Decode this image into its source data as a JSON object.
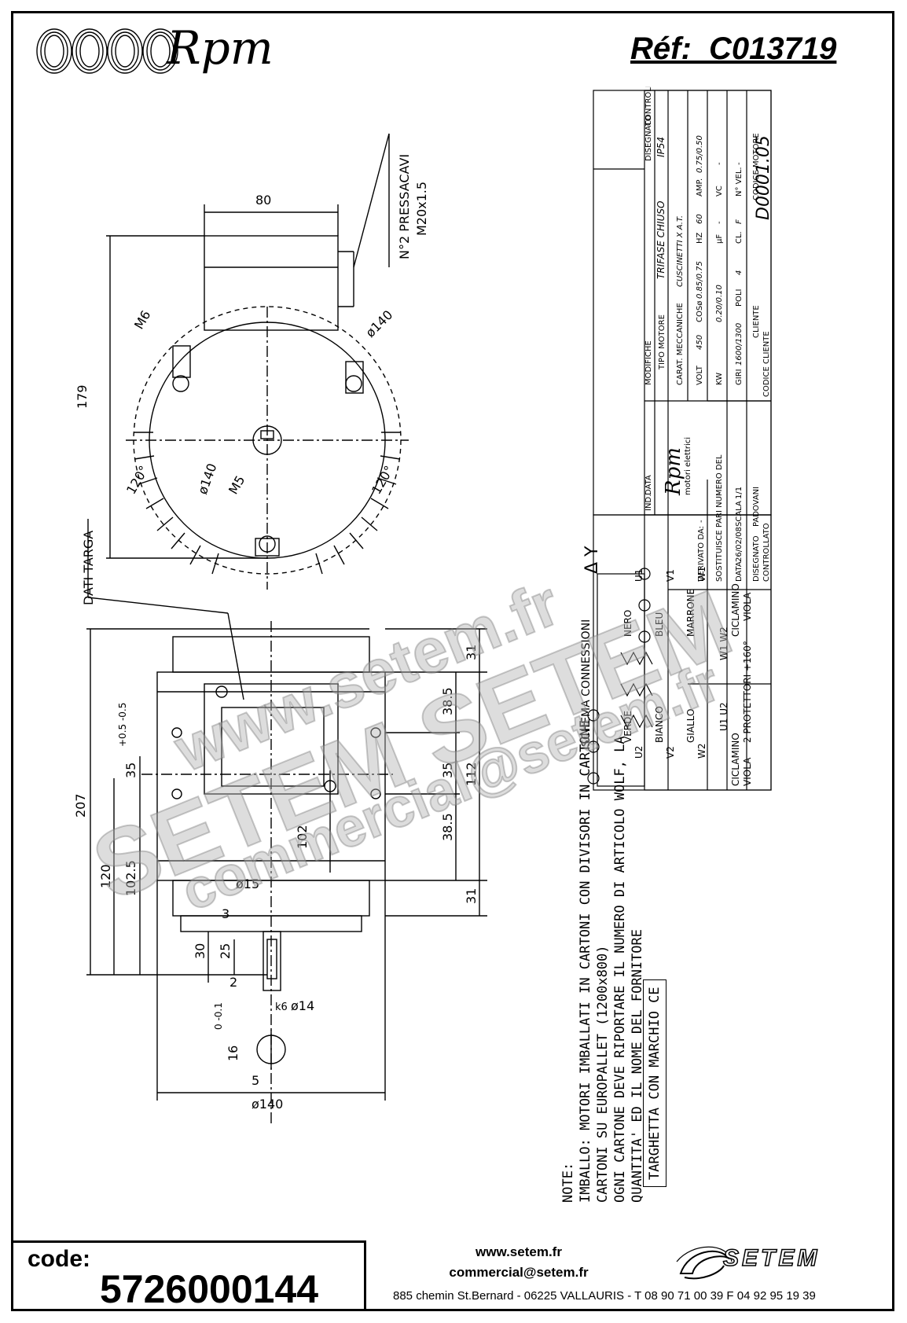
{
  "header": {
    "logo_text": "Rpm",
    "reference": "Réf:  C013719"
  },
  "drawing": {
    "dims": {
      "d80": "80",
      "d179": "179",
      "d140a": "ø140",
      "d140b": "ø140",
      "d140c": "ø140",
      "m6": "M6",
      "m5": "M5",
      "ang1": "120°",
      "ang2": "120°",
      "d207": "207",
      "d120": "120",
      "d1025": "102.5",
      "d35a": "35",
      "d35b": "35",
      "tol": "+0.5 -0.5",
      "d102": "102",
      "d385a": "38.5",
      "d385b": "38.5",
      "d112": "112",
      "d31a": "31",
      "d31b": "31",
      "d15": "ø15",
      "d3": "3",
      "d30": "30",
      "d25": "25",
      "d2": "2",
      "d14": "ø14",
      "k6": "k6",
      "d16": "16",
      "tol16": "0 -0.1",
      "d5": "5",
      "pressacavi": "N°2 PRESSACAVI",
      "m20": "M20x1.5",
      "dati_targa": "DATI TARGA"
    },
    "schema": {
      "title": "SCHEMA CONNESSIONI",
      "symbols": "Δ Y",
      "wires": [
        {
          "code": "U2",
          "color": "VERDE",
          "end": "U1",
          "end_color": "NERO"
        },
        {
          "code": "V2",
          "color": "BIANCO",
          "end": "V1",
          "end_color": "BLEU"
        },
        {
          "code": "W2",
          "color": "GIALLO",
          "end": "W1",
          "end_color": "MARRONE"
        }
      ],
      "terminals_left": "U1 U2",
      "terminals_right": "W1 W2",
      "ciclamino_left": "CICLAMINO",
      "viola_left": "VIOLA",
      "ciclamino_right": "CICLAMINO",
      "viola_right": "VIOLA",
      "protettori": "2 PROTETTORI +160°"
    },
    "notes": [
      "NOTE:",
      "IMBALLO: MOTORI IMBALLATI IN CARTONI CON DIVISORI IN CARTONE",
      "CARTONI SU EUROPALLET (1200x800)",
      "OGNI CARTONE DEVE RIPORTARE IL NUMERO DI ARTICOLO WOLF, LA",
      "QUANTITA' ED IL NOME DEL FORNITORE"
    ],
    "targhetta": "TARGHETTA CON MARCHIO CE"
  },
  "title_block": {
    "col_modifiche": "MODIFICHE",
    "col_disegnato": "DISEGNATO",
    "col_controllato": "CONTROLLATO",
    "ind": "IND.",
    "data_lbl": "DATA",
    "tipo_motore_lbl": "TIPO MOTORE",
    "tipo_motore": "TRIFASE CHIUSO",
    "ip": "IP54",
    "carat_lbl": "CARAT. MECCANICHE",
    "carat": "CUSCINETTI X A.T.",
    "volt_lbl": "VOLT",
    "volt": "450",
    "cos_lbl": "COSø",
    "cos": "0.85/0.75",
    "hz_lbl": "HZ",
    "hz": "60",
    "amp_lbl": "AMP.",
    "amp": "0.75/0.50",
    "kw_lbl": "KW",
    "kw": "0.20/0.10",
    "uf_lbl": "μF",
    "uf": "-",
    "vc_lbl": "VC",
    "vc": "-",
    "giri_lbl": "GIRI",
    "giri": "1600/1300",
    "poli_lbl": "POLI",
    "poli": "4",
    "cl_lbl": "CL.",
    "cl": "F",
    "nvel_lbl": "N° VEL.",
    "nvel": "-",
    "cliente_lbl": "CLIENTE",
    "codice_motore_lbl": "CODICE MOTORE",
    "codice_motore": "D0001.05",
    "codice_cliente_lbl": "CODICE CLIENTE",
    "company": "Rpm",
    "company_sub": "motori elettrici",
    "derivato_lbl": "DERIVATO DA:",
    "derivato": "-",
    "sostituisce_lbl": "SOSTITUISCE PARI NUMERO DEL",
    "sostituisce": "-",
    "data_row_lbl": "DATA",
    "data_row": "26/02/08",
    "scala_lbl": "SCALA",
    "scala": "1/1",
    "disegnato_lbl": "DISEGNATO",
    "disegnato": "PADOVANI",
    "controllato_lbl": "CONTROLLATO"
  },
  "watermark": {
    "line1": "www.setem.fr",
    "line2": "SETEM SETEM",
    "line3": "commercial@setem.fr"
  },
  "footer": {
    "code_label": "code:",
    "code_value": "5726000144",
    "website": "www.setem.fr",
    "email": "commercial@setem.fr",
    "address": "885 chemin St.Bernard  -  06225 VALLAURIS  -  T 08 90 71 00 39  F 04 92 95 19 39",
    "brand": "SETEM"
  }
}
